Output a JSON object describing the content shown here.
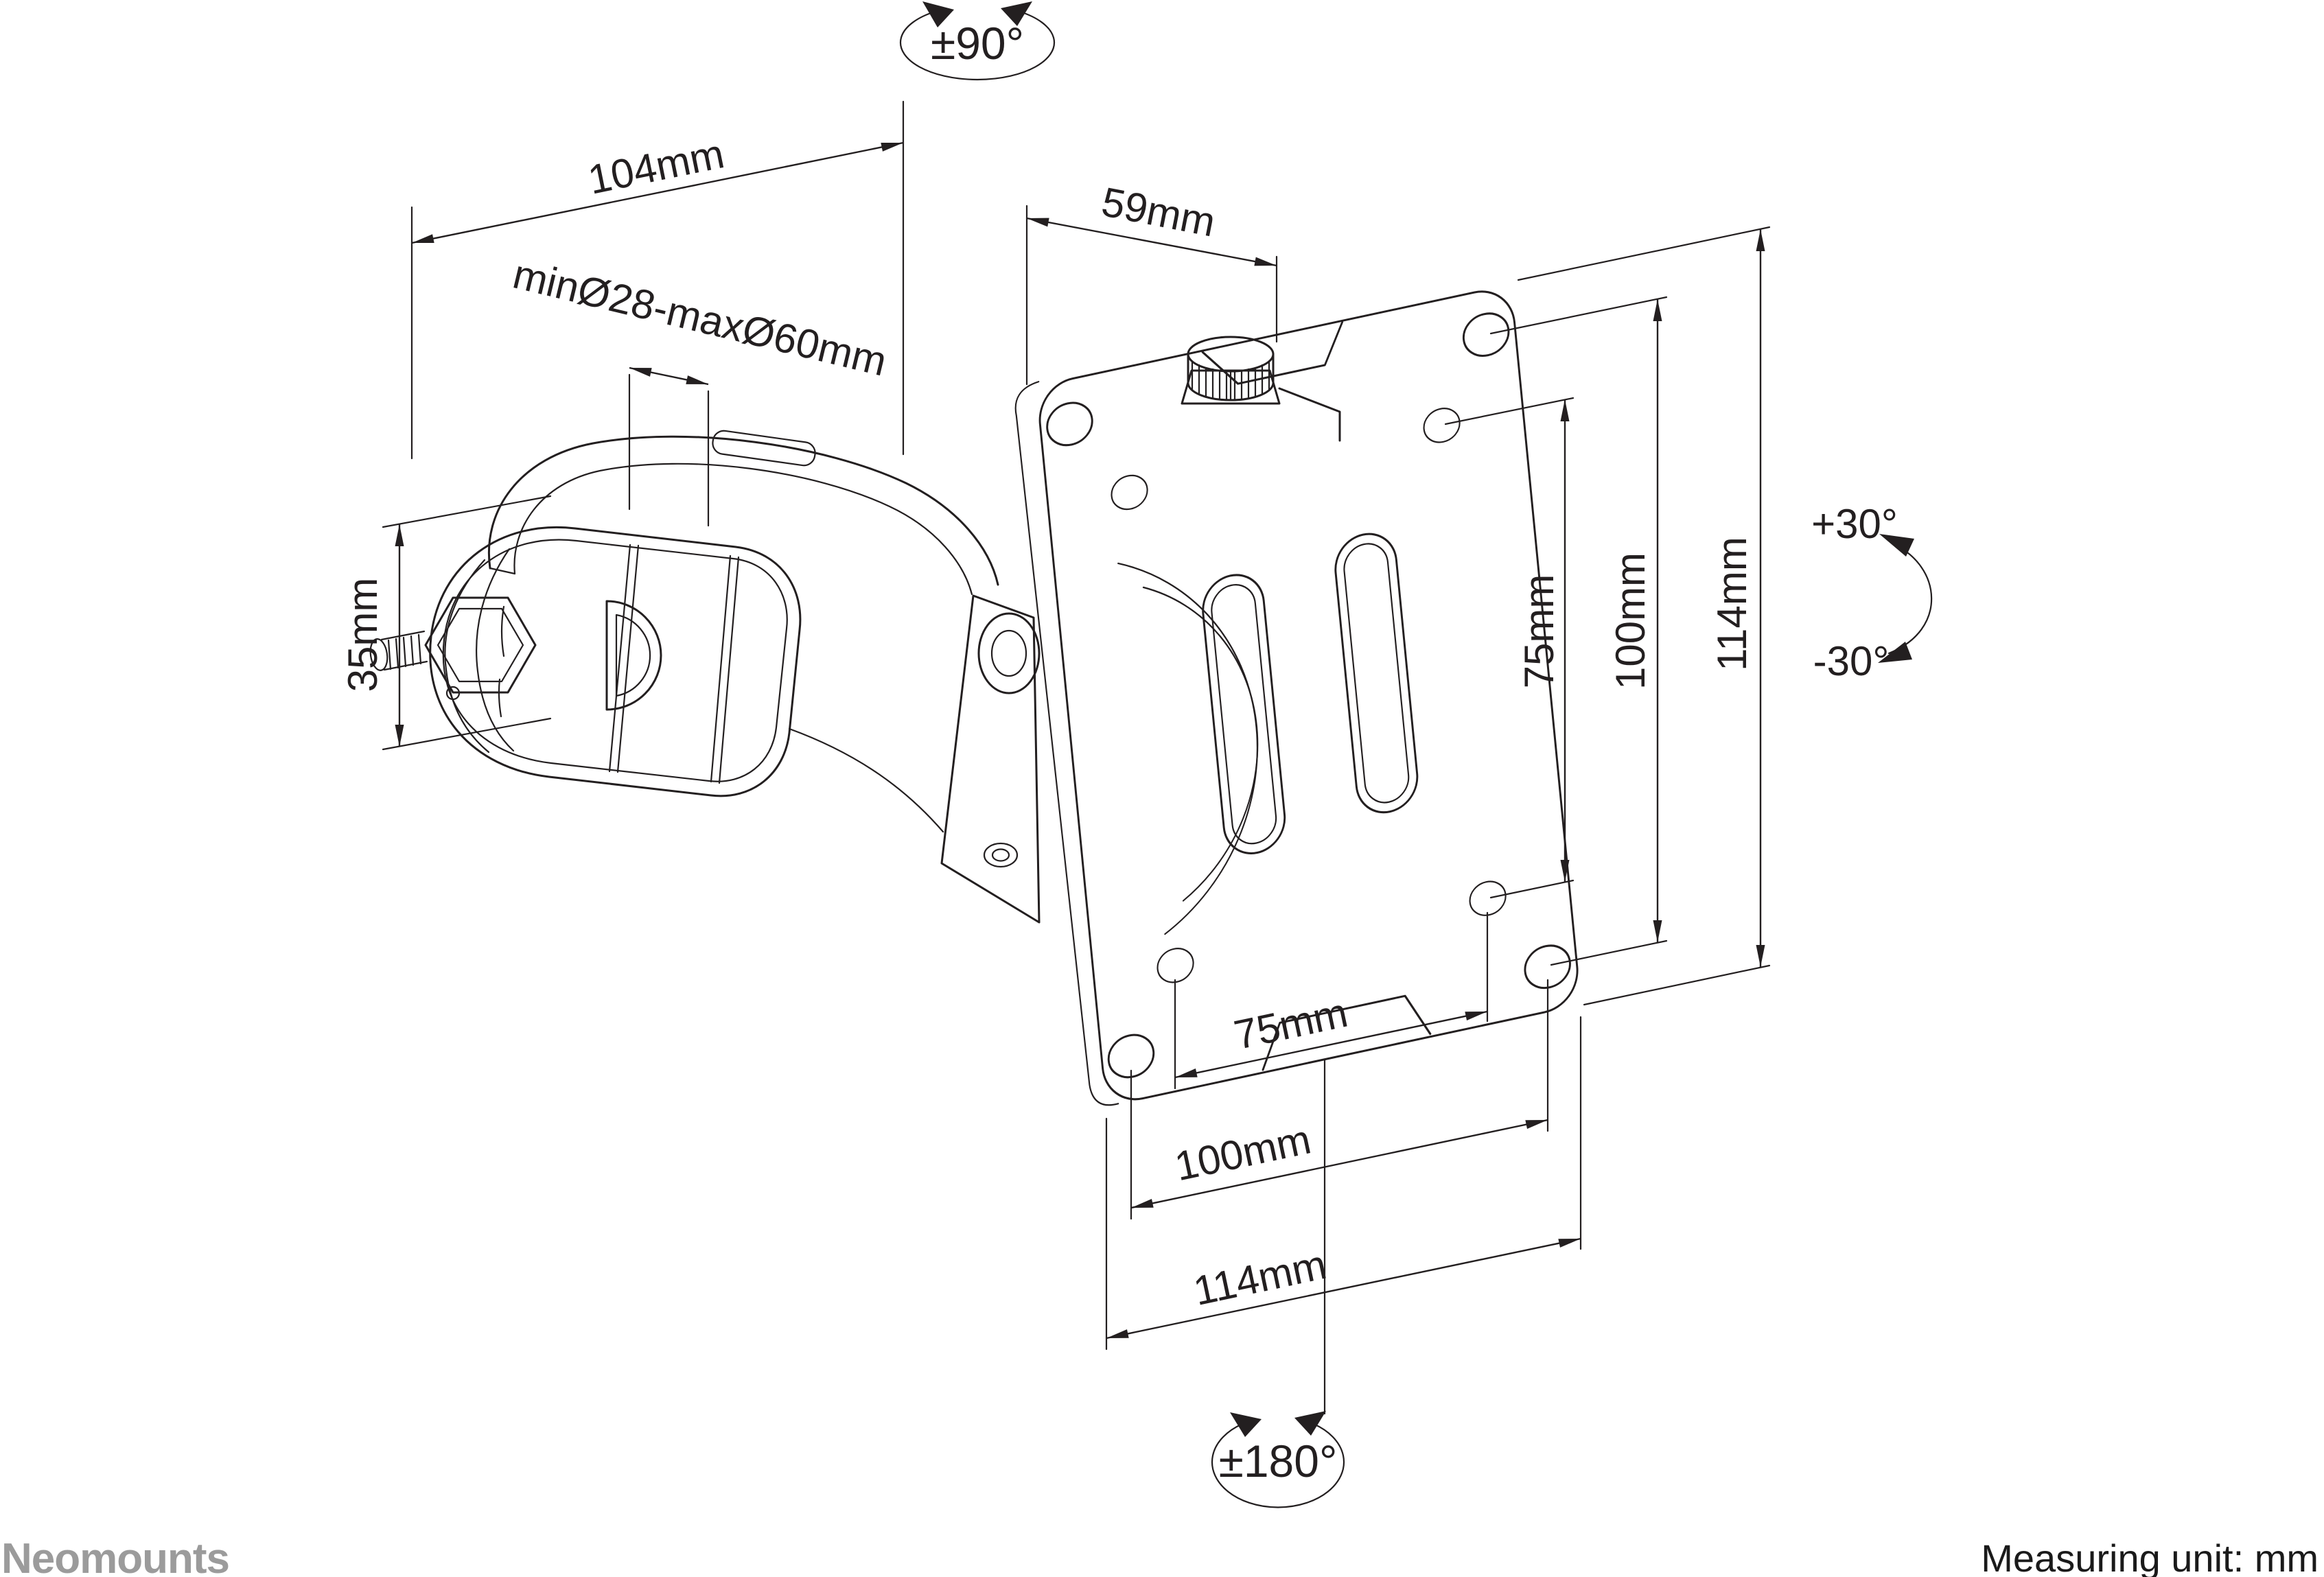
{
  "drawing": {
    "brand": "Neomounts",
    "footer_note": "Measuring unit: mm",
    "symbols": {
      "swivel_range": "±90°",
      "rotation_range": "±180°",
      "tilt_up": "+30°",
      "tilt_down": "-30°"
    },
    "dimensions": {
      "arm_length": "104mm",
      "pole_diameter_range": "minØ28-maxØ60mm",
      "top_offset": "59mm",
      "clamp_height": "35mm",
      "vesa_vertical_75": "75mm",
      "vesa_vertical_100": "100mm",
      "plate_height_114": "114mm",
      "vesa_horizontal_75": "75mm",
      "vesa_horizontal_100": "100mm",
      "plate_width_114": "114mm"
    },
    "colors": {
      "line": "#231f20",
      "logo": "#9b9b9b",
      "background": "#ffffff"
    }
  }
}
